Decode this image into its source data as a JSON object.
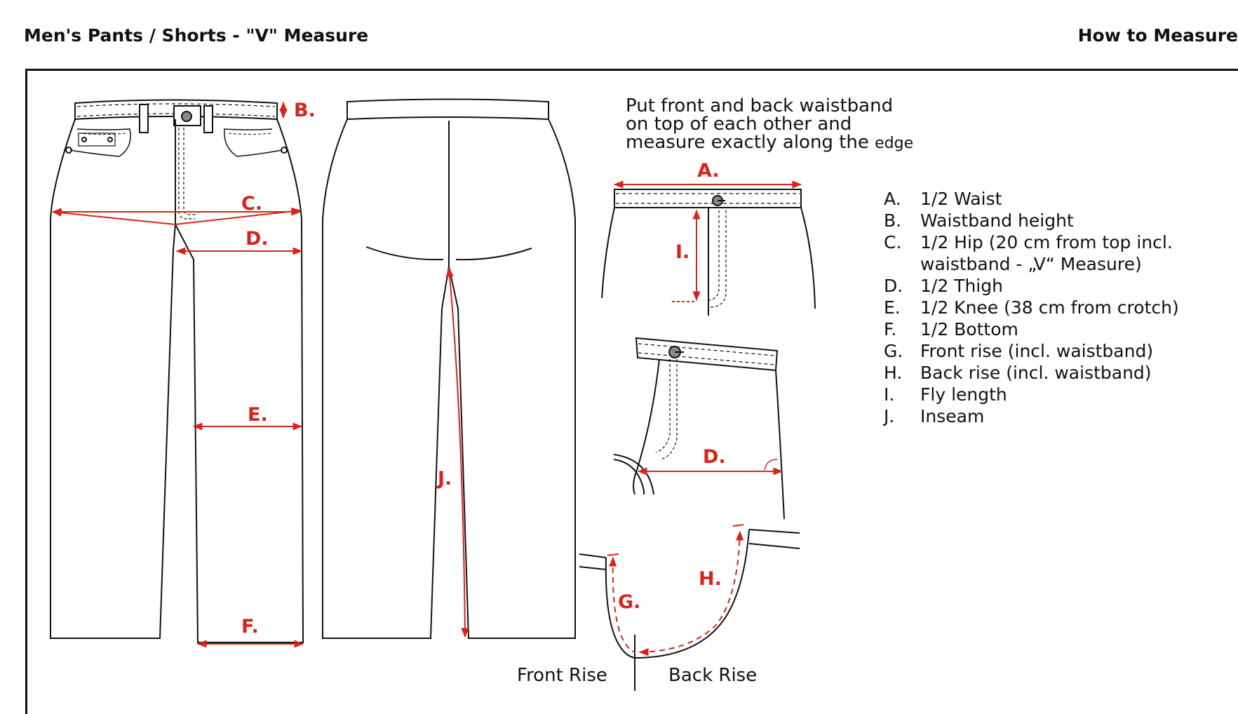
{
  "header": {
    "title": "Men's Pants / Shorts - \"V\" Measure",
    "right_title": "How to Measure"
  },
  "note": {
    "line1": "Put front and back waistband",
    "line2": "on top of each other and",
    "line3": "measure exactly along the",
    "line3_end": "edge"
  },
  "labels": {
    "a": "A.",
    "b": "B.",
    "c": "C.",
    "d": "D.",
    "d2": "D.",
    "e": "E.",
    "f": "F.",
    "g": "G.",
    "h": "H.",
    "i": "I.",
    "j": "J."
  },
  "rise": {
    "front": "Front Rise",
    "back": "Back Rise"
  },
  "legend": [
    {
      "key": "A.",
      "text": "1/2 Waist"
    },
    {
      "key": "B.",
      "text": "Waistband height"
    },
    {
      "key": "C.",
      "text": "1/2 Hip (20 cm from top incl.",
      "cont": "waistband - „V“ Measure)"
    },
    {
      "key": "D.",
      "text": "1/2 Thigh"
    },
    {
      "key": "E.",
      "text": "1/2 Knee (38 cm from crotch)"
    },
    {
      "key": "F.",
      "text": "1/2 Bottom"
    },
    {
      "key": "G.",
      "text": "Front rise (incl. waistband)"
    },
    {
      "key": "H.",
      "text": "Back rise (incl. waistband)"
    },
    {
      "key": "I.",
      "text": "Fly length"
    },
    {
      "key": "J.",
      "text": "Inseam"
    }
  ],
  "colors": {
    "accent": "#d5241c",
    "line": "#111111"
  }
}
